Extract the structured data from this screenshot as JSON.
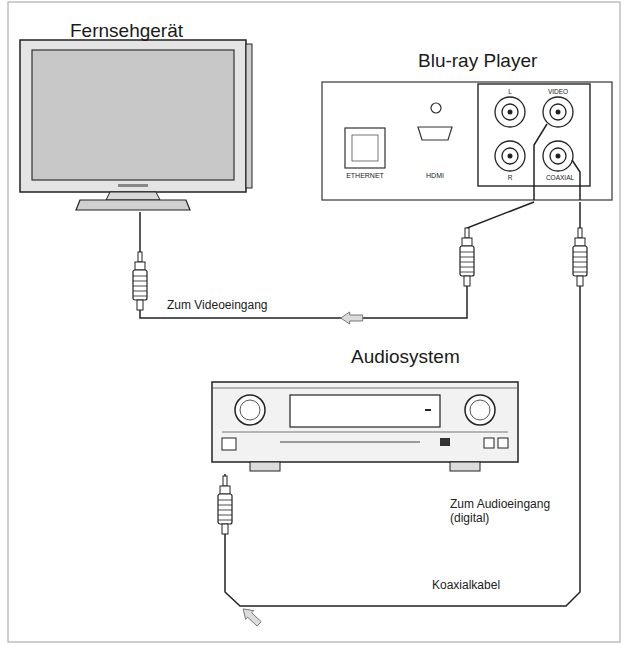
{
  "diagram": {
    "nodes": [
      {
        "text": [
          "Fernsehgerät"
        ]
      },
      {
        "text": [
          "Blu-ray Player"
        ]
      },
      {
        "text": [
          "Audiosystem"
        ]
      }
    ],
    "edges": [
      {
        "from": 1,
        "to": 0,
        "arrow": "to",
        "label": "Zum Videoeingang"
      },
      {
        "from": 1,
        "to": 2,
        "arrow": "to",
        "label": "Koaxialkabel"
      }
    ],
    "labels": [
      "ETHERNET",
      "HDMI",
      "L",
      "VIDEO",
      "R",
      "COAXIAL",
      "Zum Audioeingang (digital)"
    ]
  }
}
